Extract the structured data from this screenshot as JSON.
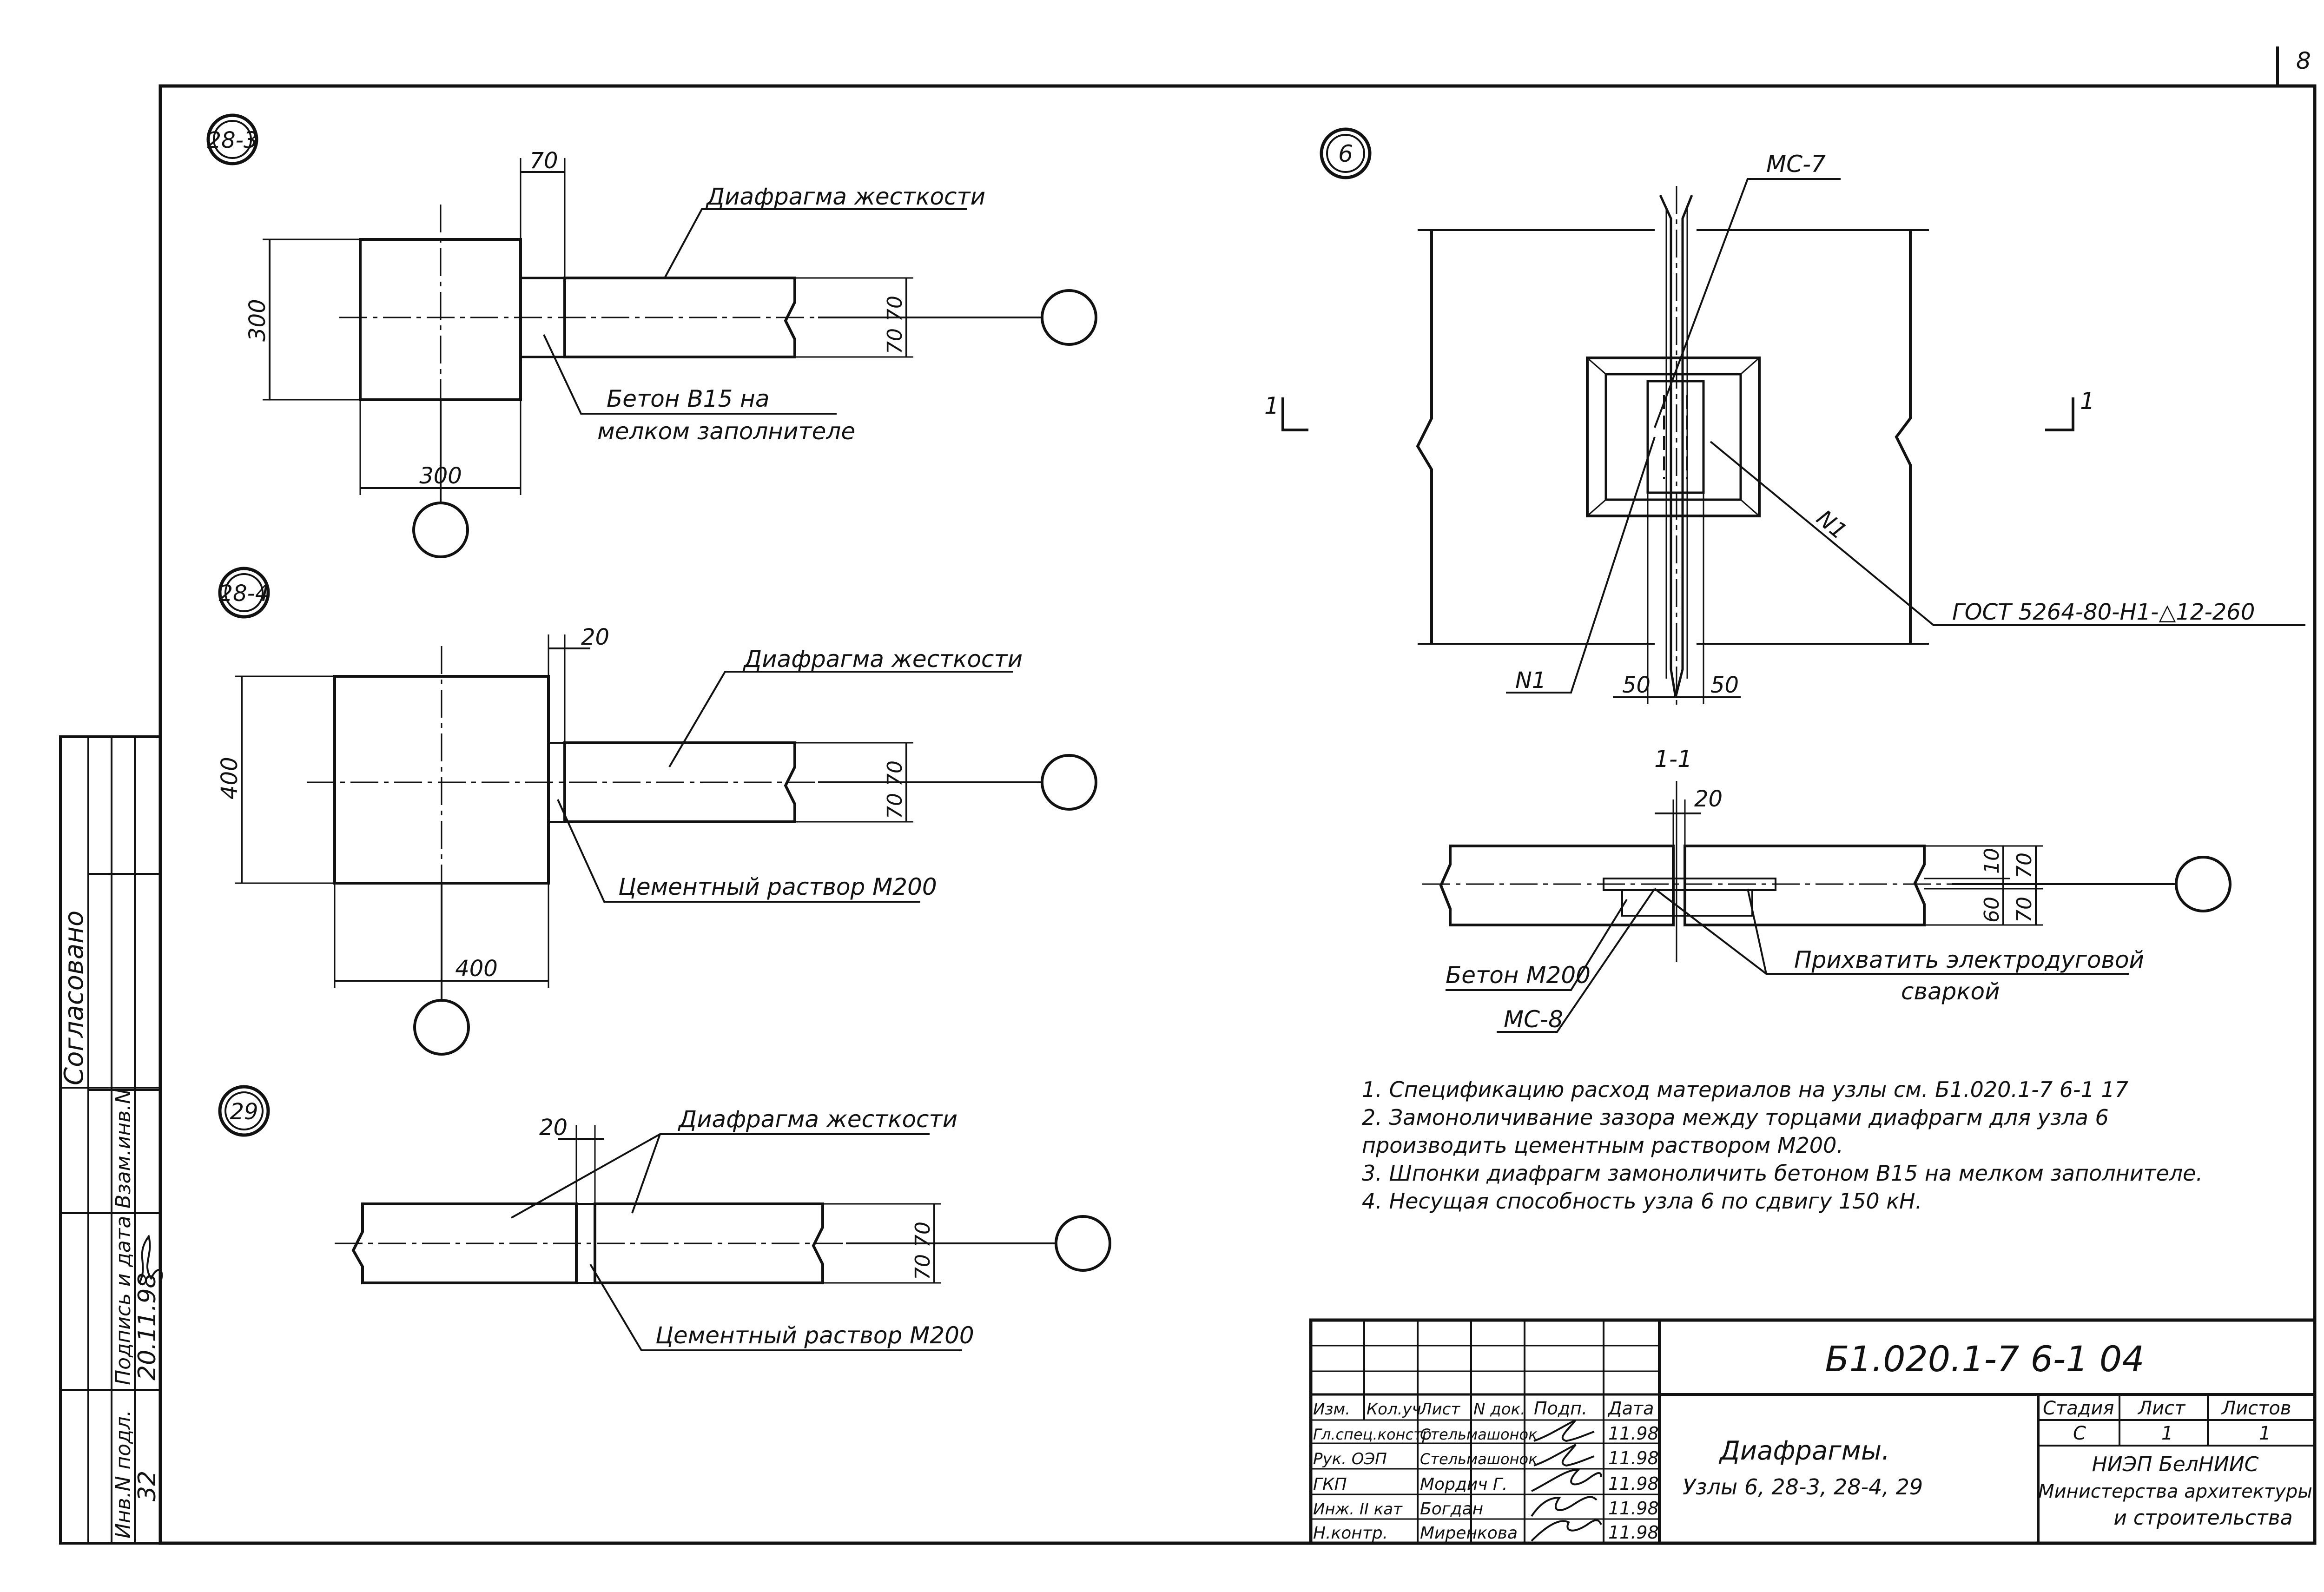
{
  "sheet": {
    "page_number": "8",
    "document_code": "Б1.020.1-7 6-1 04",
    "title": "Диафрагмы.",
    "subtitle": "Узлы 6, 28-3, 28-4, 29",
    "org_line1": "НИЭП БелНИИС",
    "org_line2": "Министерства архитектуры",
    "org_line3": "и строительства"
  },
  "side_stamp": {
    "agreed": "Согласовано",
    "inv_replace": "Взам.инв.N",
    "sign_date": "Подпись и дата",
    "inv_orig": "Инв.N подл.",
    "sign_value": "20.11.98",
    "inv_value": "32"
  },
  "title_block": {
    "headers": [
      "Изм.",
      "Кол.уч",
      "Лист",
      "N док.",
      "Подп.",
      "Дата"
    ],
    "rows": [
      {
        "role": "Гл.спец.констр",
        "name": "Стельмашонок",
        "date": "11.98"
      },
      {
        "role": "Рук. ОЭП",
        "name": "Стельмашонок",
        "date": "11.98"
      },
      {
        "role": "ГКП",
        "name": "Мордич Г.",
        "date": "11.98"
      },
      {
        "role": "Инж. II кат",
        "name": "Богдан",
        "date": "11.98"
      },
      {
        "role": "Н.контр.",
        "name": "Миренкова",
        "date": "11.98"
      }
    ],
    "stage_headers": [
      "Стадия",
      "Лист",
      "Листов"
    ],
    "stage_values": [
      "С",
      "1",
      "1"
    ]
  },
  "node_28_3": {
    "marker": "28-3",
    "dim_top": "70",
    "dim_left": "300",
    "dim_bottom": "300",
    "dim_right": "70 70",
    "label_diaphragm": "Диафрагма жесткости",
    "label_concrete_1": "Бетон В15 на",
    "label_concrete_2": "мелком заполнителе"
  },
  "node_28_4": {
    "marker": "28-4",
    "dim_top": "20",
    "dim_left": "400",
    "dim_bottom": "400",
    "dim_right": "70 70",
    "label_diaphragm": "Диафрагма жесткости",
    "label_mortar": "Цементный раствор М200"
  },
  "node_29": {
    "marker": "29",
    "dim_top": "20",
    "dim_right": "70 70",
    "label_diaphragm": "Диафрагма жесткости",
    "label_mortar": "Цементный раствор М200"
  },
  "node_6": {
    "marker": "6",
    "label_mc7": "МС-7",
    "label_n1_left": "N1",
    "label_n1_right": "N1",
    "dim_left": "50",
    "dim_right": "50",
    "section_mark": "1",
    "gost": "ГОСТ 5264-80-Н1-△12-260",
    "section_title": "1-1",
    "sec_dim_top": "20",
    "sec_dim_right_a": "10",
    "sec_dim_right_b": "70",
    "sec_dim_right_c": "60",
    "sec_dim_right_d": "70",
    "label_concrete": "Бетон М200",
    "label_mc8": "МС-8",
    "label_weld_1": "Прихватить электродуговой",
    "label_weld_2": "сваркой"
  },
  "notes": [
    "1. Спецификацию расход материалов на узлы см. Б1.020.1-7 6-1 17",
    "2. Замоноличивание зазора между торцами диафрагм для узла 6",
    "производить цементным раствором М200.",
    "3. Шпонки диафрагм замоноличить бетоном В15 на мелком заполнителе.",
    "4. Несущая способность узла 6 по сдвигу 150 кН."
  ]
}
